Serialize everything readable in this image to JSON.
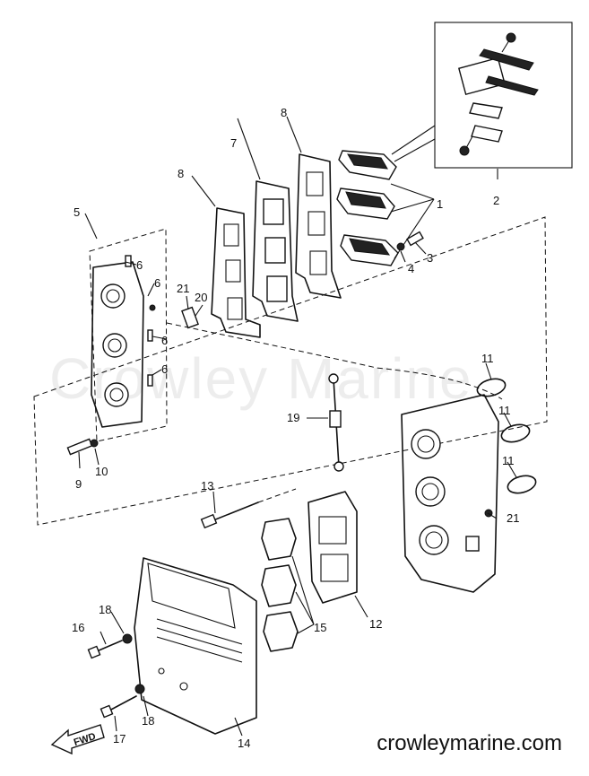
{
  "watermark": "Crowley Marine",
  "site_url": "crowleymarine.com",
  "fwd_label": "FWD",
  "callouts": {
    "c1": "1",
    "c2": "2",
    "c3": "3",
    "c4": "4",
    "c5": "5",
    "c6a": "6",
    "c6b": "6",
    "c6c": "6",
    "c6d": "6",
    "c7": "7",
    "c8a": "8",
    "c8b": "8",
    "c9": "9",
    "c10": "10",
    "c11a": "11",
    "c11b": "11",
    "c11c": "11",
    "c12": "12",
    "c13": "13",
    "c14": "14",
    "c15": "15",
    "c16": "16",
    "c17": "17",
    "c18a": "18",
    "c18b": "18",
    "c19": "19",
    "c20": "20",
    "c21a": "21",
    "c21b": "21"
  }
}
